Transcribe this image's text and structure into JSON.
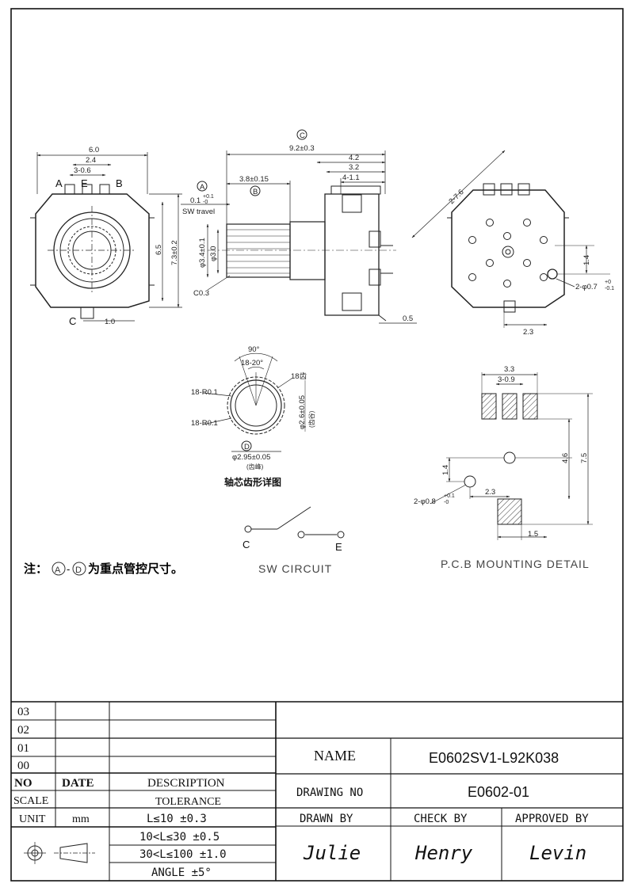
{
  "front_view": {
    "dims": {
      "width": "6.0",
      "pitch": "2.4",
      "pins": "3-0.6",
      "height": "6.5",
      "outer": "7.3±0.2",
      "c_offset": "1.0"
    },
    "pins": {
      "a": "A",
      "e": "E",
      "b": "B",
      "c": "C"
    }
  },
  "side_view": {
    "dims": {
      "total": "9.2±0.3",
      "shaft": "3.8±0.15",
      "d1": "4.2",
      "d2": "3.2",
      "d3": "4-1.1",
      "sw_travel_val": "0.1",
      "tol_up": "+0.1",
      "tol_dn": "-0",
      "sw_travel_label": "SW travel",
      "dia_outer": "φ3.4±0.1",
      "dia_inner": "φ3.0",
      "chamfer": "C0.3",
      "base": "0.5"
    },
    "markers": {
      "a": "A",
      "b": "B",
      "c": "C"
    }
  },
  "bottom_view": {
    "dims": {
      "diag": "2-7.6",
      "pitch": "1.4",
      "hole": "2-φ0.7",
      "hole_tol_up": "+0",
      "hole_tol_dn": "-0.1",
      "offset": "2.3"
    }
  },
  "knurl_detail": {
    "dims": {
      "angle_outer": "90°",
      "angle_inner": "18-20°",
      "teeth": "18齿",
      "r_top": "18-R0.1",
      "r_bot": "18-R0.1",
      "dia_root": "φ2.6±0.05",
      "root_label": "(齿谷)",
      "dia_crest": "φ2.95±0.05",
      "crest_label": "(齿峰)"
    },
    "marker": "D",
    "caption": "轴芯齿形详图"
  },
  "pcb_detail": {
    "dims": {
      "w": "3.3",
      "pitch": "3-0.9",
      "h1": "4.6",
      "h2": "7.5",
      "h3": "1.4",
      "hole": "2-φ0.8",
      "hole_tol_up": "+0.1",
      "hole_tol_dn": "-0",
      "off": "2.3",
      "pad": "1.5"
    },
    "caption": "P.C.B  MOUNTING  DETAIL"
  },
  "sw_circuit": {
    "c": "C",
    "e": "E",
    "caption": "SW  CIRCUIT"
  },
  "note": {
    "prefix": "注：",
    "range_a": "A",
    "dash": "-",
    "range_d": "D",
    "suffix": "为重点管控尺寸。"
  },
  "title_block": {
    "revisions": [
      "03",
      "02",
      "01",
      "00"
    ],
    "headers": {
      "no": "NO",
      "date": "DATE",
      "description": "DESCRIPTION"
    },
    "scale_label": "SCALE",
    "tolerance_label": "TOLERANCE",
    "unit_label": "UNIT",
    "unit_value": "mm",
    "tolerances": [
      "L≤10   ±0.3",
      "10<L≤30  ±0.5",
      "30<L≤100  ±1.0",
      "ANGLE   ±5°"
    ],
    "name_label": "NAME",
    "name_value": "E0602SV1-L92K038",
    "drawing_no_label": "DRAWING  NO",
    "drawing_no_value": "E0602-01",
    "drawn_by_label": "DRAWN  BY",
    "check_by_label": "CHECK  BY",
    "approved_by_label": "APPROVED  BY",
    "drawn_by": "Julie",
    "check_by": "Henry",
    "approved_by": "Levin"
  }
}
